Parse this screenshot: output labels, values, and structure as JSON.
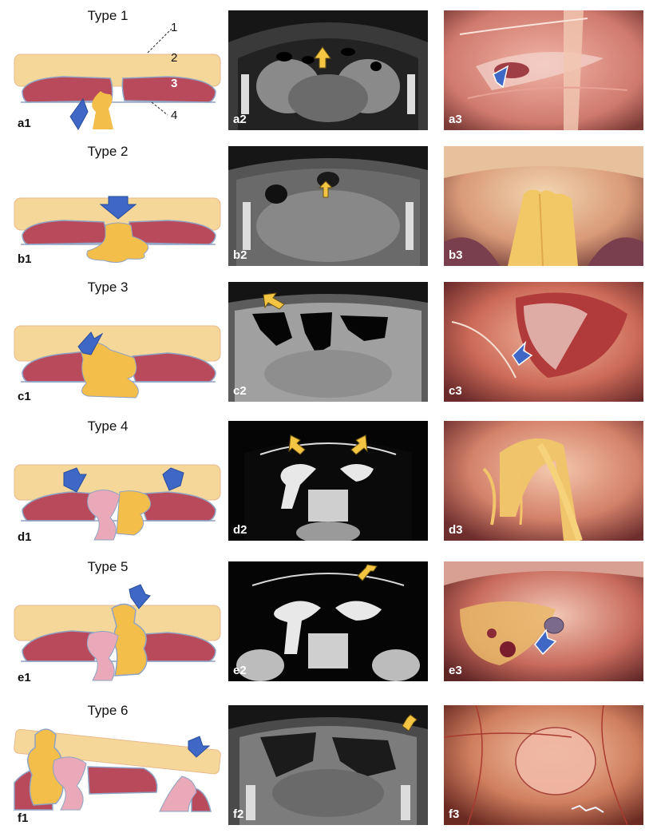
{
  "layer_labels": [
    "1",
    "2",
    "3",
    "4"
  ],
  "rows": [
    {
      "title": "Type 1",
      "labels": [
        "a1",
        "a2",
        "a3"
      ]
    },
    {
      "title": "Type 2",
      "labels": [
        "b1",
        "b2",
        "b3"
      ]
    },
    {
      "title": "Type 3",
      "labels": [
        "c1",
        "c2",
        "c3"
      ]
    },
    {
      "title": "Type 4",
      "labels": [
        "d1",
        "d2",
        "d3"
      ]
    },
    {
      "title": "Type 5",
      "labels": [
        "e1",
        "e2",
        "e3"
      ]
    },
    {
      "title": "Type 6",
      "labels": [
        "f1",
        "f2",
        "f3"
      ]
    }
  ],
  "colors": {
    "fat_layer": "#f6d79a",
    "muscle": "#b94a5c",
    "herniated_fat": "#f4be4a",
    "bowel": "#e9a9b8",
    "membrane": "#8fa3c4",
    "blue_arrow": "#3f68c6",
    "yellow_arrow": "#f4c542"
  }
}
